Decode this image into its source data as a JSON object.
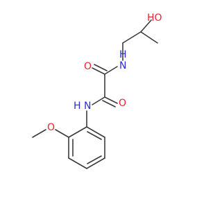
{
  "molecule": {
    "atoms": {
      "hydroxyl_oxygen": {
        "symbol": "HO",
        "color": "#e8242c"
      },
      "upper_amide_nitrogen": {
        "symbol": "N",
        "hydrogen": "H",
        "color": "#2b2bd8"
      },
      "upper_carbonyl_oxygen": {
        "symbol": "O",
        "color": "#e8242c"
      },
      "lower_carbonyl_oxygen": {
        "symbol": "O",
        "color": "#e8242c"
      },
      "lower_amide_nitrogen": {
        "symbol": "N",
        "hydrogen": "H",
        "color": "#2b2bd8"
      },
      "methoxy_oxygen": {
        "symbol": "O",
        "color": "#e8242c"
      }
    },
    "bond_color": "#3a3a3a"
  }
}
